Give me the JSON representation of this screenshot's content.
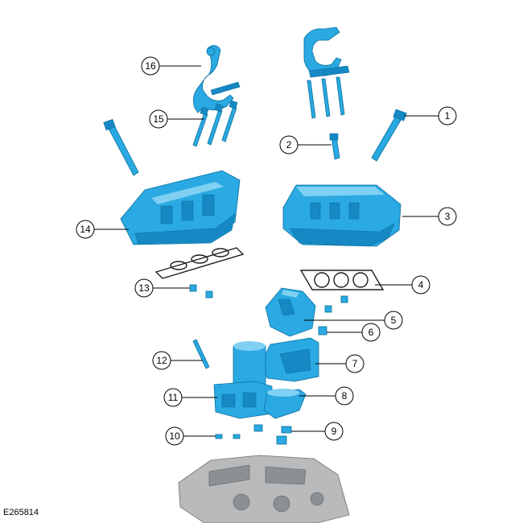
{
  "figure_id": "E265814",
  "callouts": [
    {
      "label": "1"
    },
    {
      "label": "2"
    },
    {
      "label": "3"
    },
    {
      "label": "4"
    },
    {
      "label": "5"
    },
    {
      "label": "6"
    },
    {
      "label": "7"
    },
    {
      "label": "8"
    },
    {
      "label": "9"
    },
    {
      "label": "10"
    },
    {
      "label": "11"
    },
    {
      "label": "12"
    },
    {
      "label": "13"
    },
    {
      "label": "14"
    },
    {
      "label": "15"
    },
    {
      "label": "16"
    }
  ],
  "colors": {
    "part_fill": "#2aa9e2",
    "part_edge": "#0a6f9e",
    "gasket": "#1d1d1d",
    "engine_block": "#b8babb"
  }
}
